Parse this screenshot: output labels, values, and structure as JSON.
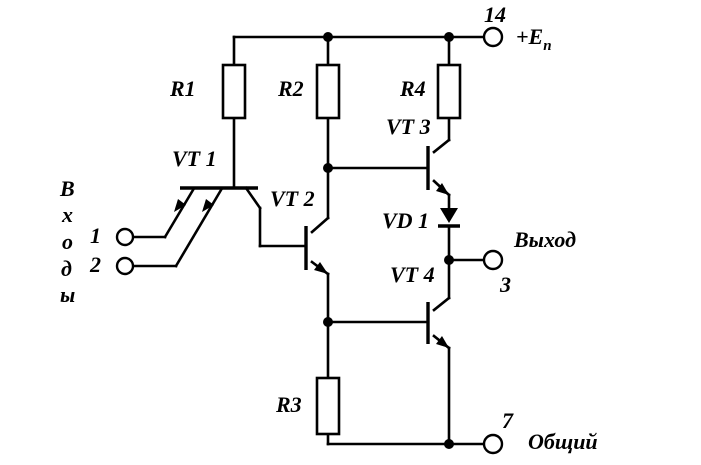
{
  "resistors": {
    "r1": "R1",
    "r2": "R2",
    "r3": "R3",
    "r4": "R4"
  },
  "transistors": {
    "vt1": "VT 1",
    "vt2": "VT 2",
    "vt3": "VT 3",
    "vt4": "VT 4"
  },
  "diode": "VD 1",
  "power": {
    "pin": "14",
    "label_main": "+E",
    "label_sub": "n"
  },
  "output": {
    "label": "Выход",
    "pin": "3"
  },
  "ground": {
    "label": "Общий",
    "pin": "7"
  },
  "inputs": {
    "title_letters": [
      "В",
      "х",
      "о",
      "д",
      "ы"
    ],
    "pins": [
      "1",
      "2"
    ]
  }
}
